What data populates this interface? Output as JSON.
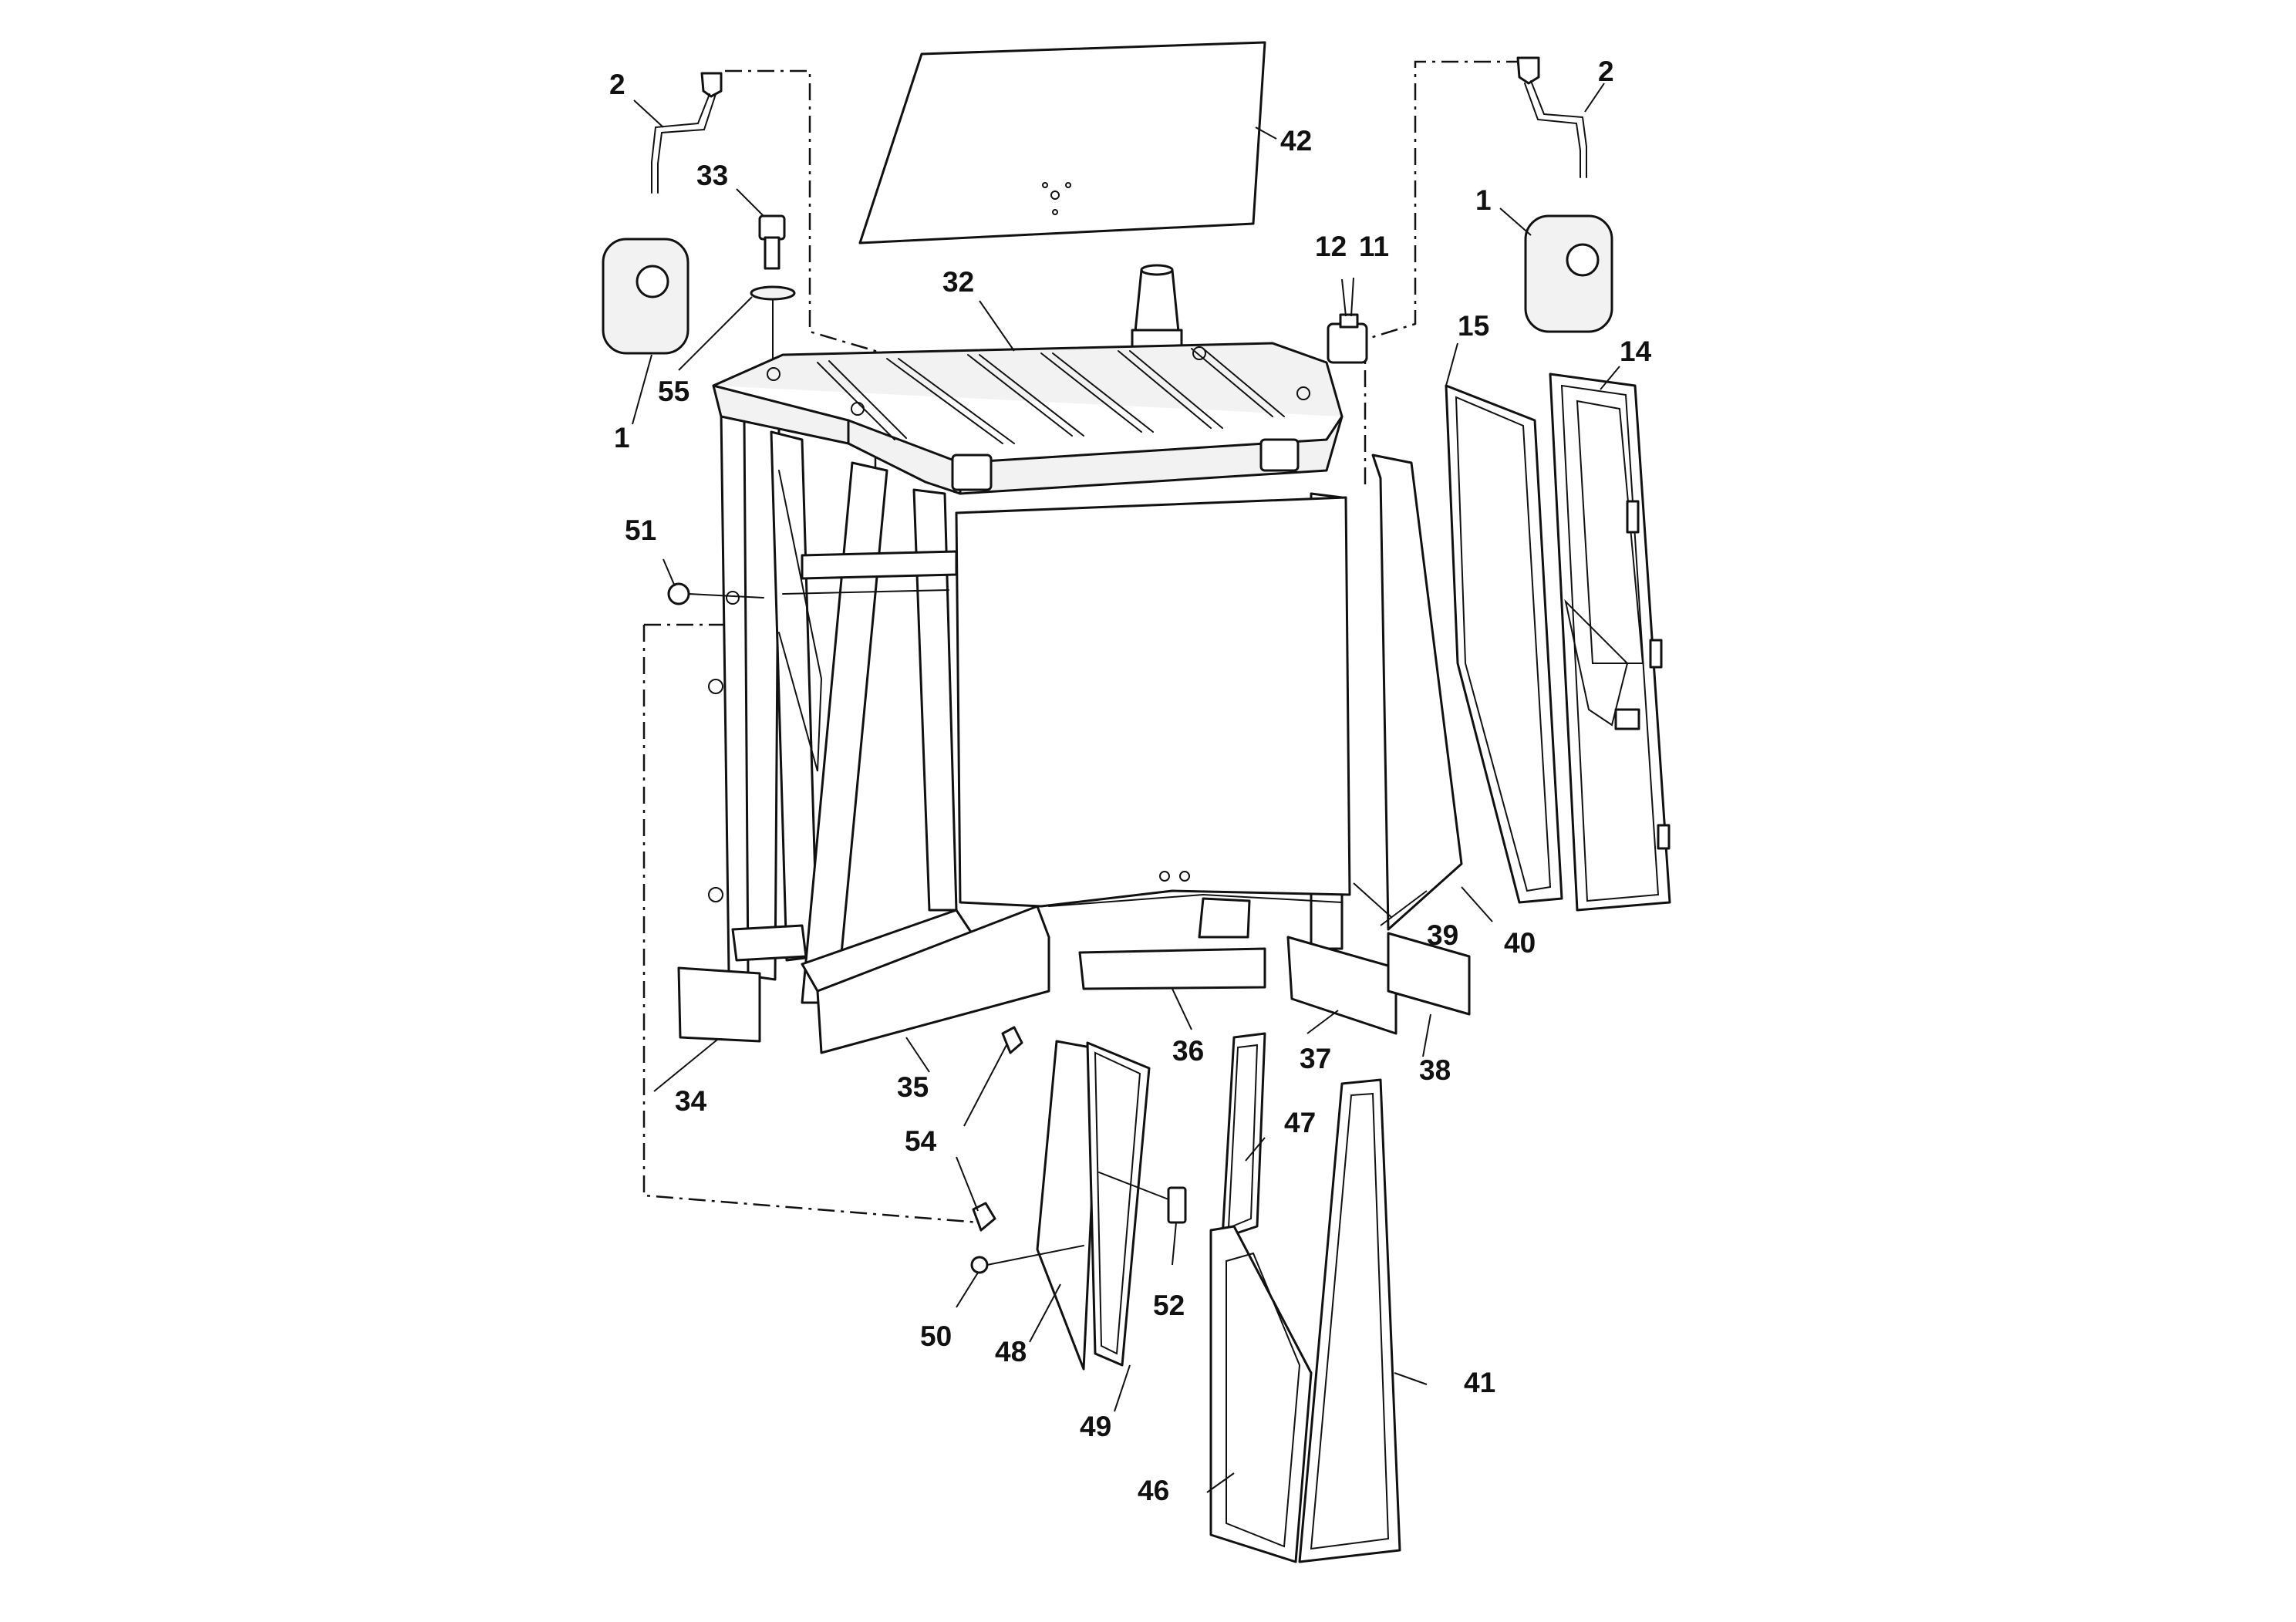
{
  "callouts": [
    {
      "id": "c1a",
      "text": "1"
    },
    {
      "id": "c1b",
      "text": "1"
    },
    {
      "id": "c2a",
      "text": "2"
    },
    {
      "id": "c2b",
      "text": "2"
    },
    {
      "id": "c11",
      "text": "11"
    },
    {
      "id": "c12",
      "text": "12"
    },
    {
      "id": "c14",
      "text": "14"
    },
    {
      "id": "c15",
      "text": "15"
    },
    {
      "id": "c32",
      "text": "32"
    },
    {
      "id": "c33",
      "text": "33"
    },
    {
      "id": "c34",
      "text": "34"
    },
    {
      "id": "c35",
      "text": "35"
    },
    {
      "id": "c36",
      "text": "36"
    },
    {
      "id": "c37",
      "text": "37"
    },
    {
      "id": "c38",
      "text": "38"
    },
    {
      "id": "c39",
      "text": "39"
    },
    {
      "id": "c40",
      "text": "40"
    },
    {
      "id": "c41",
      "text": "41"
    },
    {
      "id": "c42",
      "text": "42"
    },
    {
      "id": "c46",
      "text": "46"
    },
    {
      "id": "c47",
      "text": "47"
    },
    {
      "id": "c48",
      "text": "48"
    },
    {
      "id": "c49",
      "text": "49"
    },
    {
      "id": "c50",
      "text": "50"
    },
    {
      "id": "c51",
      "text": "51"
    },
    {
      "id": "c52",
      "text": "52"
    },
    {
      "id": "c54",
      "text": "54"
    },
    {
      "id": "c55",
      "text": "55"
    }
  ]
}
